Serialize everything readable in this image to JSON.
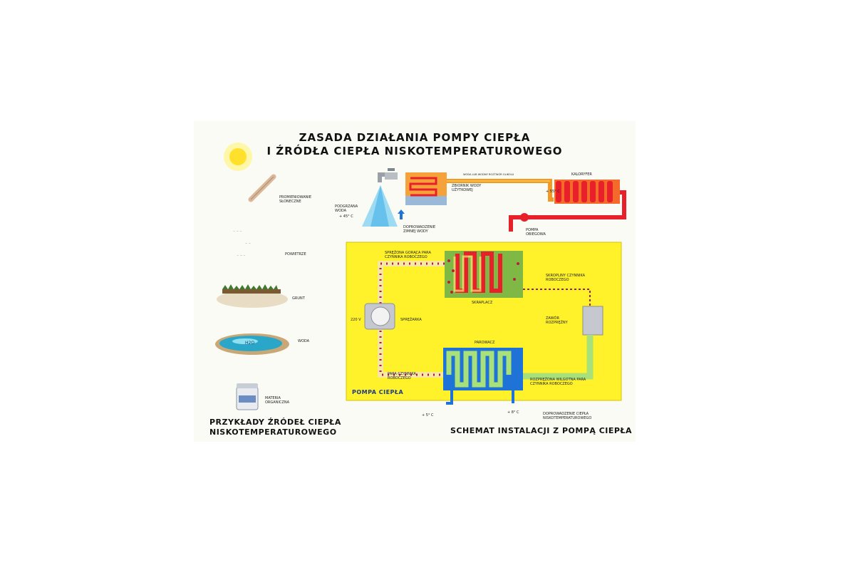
{
  "title": {
    "line1": "ZASADA DZIAŁANIA POMPY CIEPŁA",
    "line2": "I ŹRÓDŁA CIEPŁA NISKOTEMPERATUROWEGO"
  },
  "sources": {
    "items": [
      {
        "label": "PROMIENIOWANIE SŁONECZNE"
      },
      {
        "label": "POWIETRZE"
      },
      {
        "label": "GRUNT"
      },
      {
        "label": "WODA"
      },
      {
        "label": "MATERIA ORGANICZNA"
      }
    ],
    "water_symbol": "H2O",
    "caption_line1": "PRZYKŁADY ŹRÓDEŁ CIEPŁA",
    "caption_line2": "NISKOTEMPERATUROWEGO"
  },
  "schematic": {
    "heated_water": "PODGRZANA WODA",
    "heated_water_temp": "+ 45° C",
    "cold_water_supply": "DOPROWADZENIE ZIMNEJ WODY",
    "tank": "ZBIORNIK WODY UŻYTKOWEJ",
    "top_pipe_note": "WODA LUB WODNY ROZTWÓR GLIKOLU",
    "radiator": "KALORYFER",
    "radiator_temp": "+ 55° C",
    "circ_pump": "POMPA OBIEGOWA",
    "hot_vapour": "SPRĘŻONA GORĄCA PARA CZYNNIKA ROBOCZEGO",
    "condensed": "SKROPLINY CZYNNIKA ROBOCZEGO",
    "condenser": "SKRAPLACZ",
    "voltage": "220 V",
    "compressor": "SPRĘŻARKA",
    "valve": "ZAWÓR ROZPRĘŻNY",
    "evaporator": "PAROWACZ",
    "vapour": "PARA CZYNNIKA ROBOCZEGO",
    "expanded": "ROZPRĘŻONA WILGOTNA PARA CZYNNIKA ROBOCZEGO",
    "pump_box": "POMPA CIEPŁA",
    "out_temp": "+ 5° C",
    "in_temp": "+ 8° C",
    "supply_low": "DOPROWADZENIE CIEPŁA NISKOTEMPERATUROWEGO",
    "caption": "SCHEMAT INSTALACJI Z POMPĄ CIEPŁA"
  },
  "colors": {
    "hot": "#e8202a",
    "warm": "#f39a25",
    "cool": "#8fd15a",
    "yellow": "#fff22b",
    "blue": "#1f72d6",
    "condenser": "#7fb844"
  }
}
